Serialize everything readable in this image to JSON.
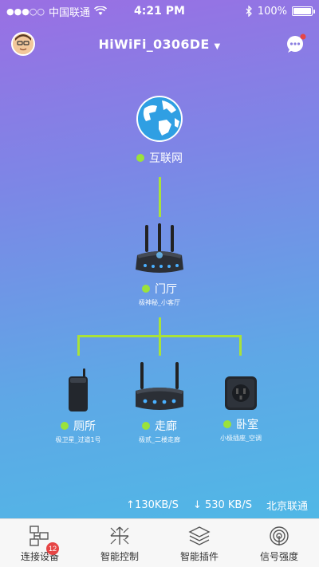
{
  "status_bar": {
    "carrier": "中国联通",
    "time": "4:21 PM",
    "battery": "100%"
  },
  "header": {
    "network_name": "HiWiFi_0306DE"
  },
  "topology": {
    "internet": {
      "label": "互联网"
    },
    "main_router": {
      "label": "门厅",
      "sub": "极神秘_小客厅"
    },
    "devices": [
      {
        "label": "厕所",
        "sub": "极卫星_过道1号"
      },
      {
        "label": "走廊",
        "sub": "极贰_二楼走廊"
      },
      {
        "label": "卧室",
        "sub": "小极插座_空调"
      }
    ]
  },
  "speed": {
    "upload": "↑130KB/S",
    "download": "↓ 530 KB/S",
    "isp": "北京联通"
  },
  "tabs": [
    {
      "label": "连接设备",
      "badge": "12"
    },
    {
      "label": "智能控制"
    },
    {
      "label": "智能插件"
    },
    {
      "label": "信号强度"
    }
  ],
  "colors": {
    "accent_green": "#9be23b",
    "line_green": "#a9e23a",
    "badge_red": "#e64545"
  }
}
